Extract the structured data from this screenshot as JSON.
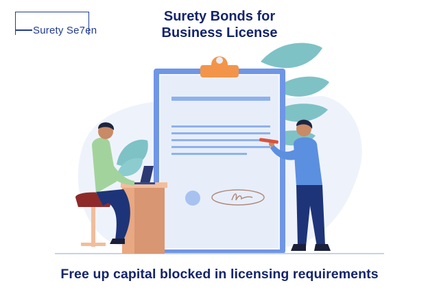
{
  "brand": {
    "name": "Surety Se7en"
  },
  "header": {
    "title_line1": "Surety Bonds for",
    "title_line2": "Business License"
  },
  "footer": {
    "tagline": "Free up capital blocked in licensing requirements"
  },
  "colors": {
    "navy": "#14256b",
    "clipboard_frame": "#6f96e6",
    "clip": "#f2954a",
    "leaf": "#7ec2c6",
    "shirt_green": "#a3d39c",
    "shirt_blue": "#5b8fe0"
  },
  "illustration": {
    "icons": [
      "clipboard-icon",
      "signature-icon",
      "seal-icon",
      "laptop-icon",
      "pen-icon",
      "stool-icon",
      "desk-icon",
      "leaf-icon"
    ]
  }
}
